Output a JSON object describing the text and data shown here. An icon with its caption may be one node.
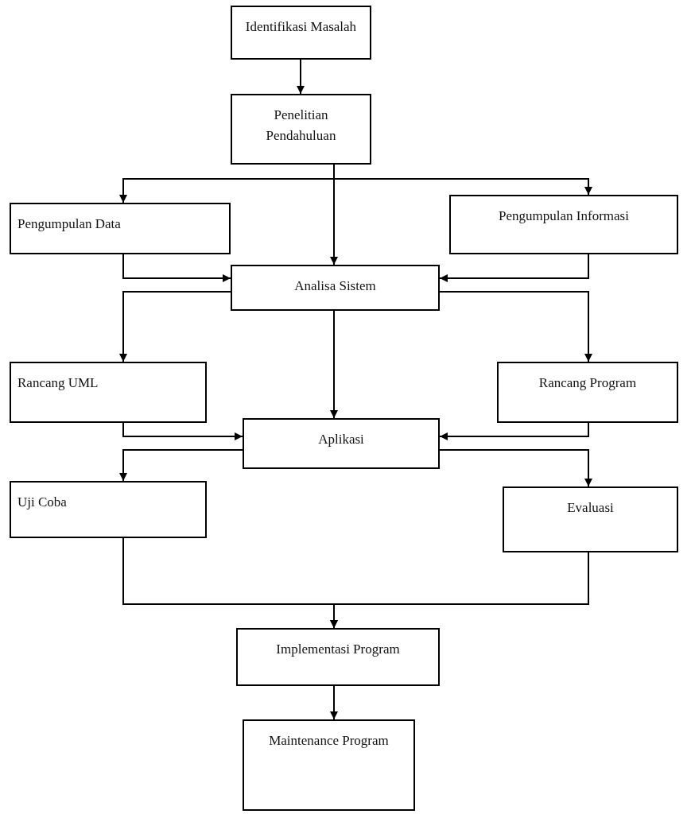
{
  "diagram": {
    "nodes": [
      {
        "text": [
          "Identifikasi Masalah"
        ]
      },
      {
        "text": [
          "Penelitian Pendahuluan"
        ]
      },
      {
        "text": [
          "Pengumpulan Data"
        ]
      },
      {
        "text": [
          "Pengumpulan Informasi"
        ]
      },
      {
        "text": [
          "Analisa Sistem"
        ]
      },
      {
        "text": [
          "Rancang UML"
        ]
      },
      {
        "text": [
          "Rancang Program"
        ]
      },
      {
        "text": [
          "Aplikasi"
        ]
      },
      {
        "text": [
          "Uji Coba"
        ]
      },
      {
        "text": [
          "Evaluasi"
        ]
      },
      {
        "text": [
          "Implementasi Program"
        ]
      },
      {
        "text": [
          "Maintenance Program"
        ]
      }
    ],
    "edges": [
      {
        "from": 0,
        "to": 1,
        "arrow": "to"
      },
      {
        "from": 1,
        "to": 2,
        "arrow": "to"
      },
      {
        "from": 1,
        "to": 3,
        "arrow": "to"
      },
      {
        "from": 1,
        "to": 4,
        "arrow": "to"
      },
      {
        "from": 2,
        "to": 4,
        "arrow": "to"
      },
      {
        "from": 3,
        "to": 4,
        "arrow": "to"
      },
      {
        "from": 4,
        "to": 5,
        "arrow": "to"
      },
      {
        "from": 4,
        "to": 6,
        "arrow": "to"
      },
      {
        "from": 4,
        "to": 7,
        "arrow": "to"
      },
      {
        "from": 5,
        "to": 7,
        "arrow": "to"
      },
      {
        "from": 6,
        "to": 7,
        "arrow": "to"
      },
      {
        "from": 7,
        "to": 8,
        "arrow": "to"
      },
      {
        "from": 7,
        "to": 9,
        "arrow": "to"
      },
      {
        "from": 8,
        "to": 10,
        "arrow": "to"
      },
      {
        "from": 9,
        "to": 10,
        "arrow": "to"
      },
      {
        "from": 10,
        "to": 11,
        "arrow": "to"
      }
    ]
  }
}
